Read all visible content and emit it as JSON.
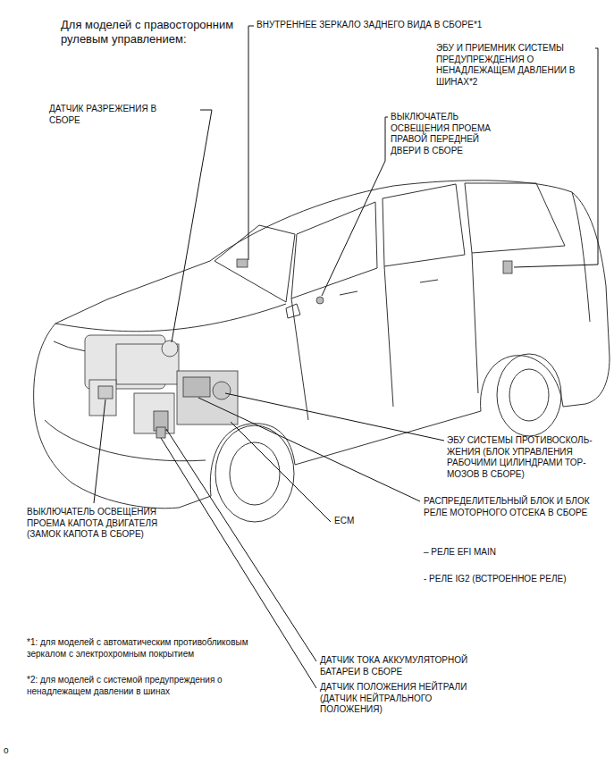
{
  "diagram": {
    "title": "Для моделей с правосторонним рулевым управлением:",
    "labels": [
      "ВНУТРЕННЕЕ ЗЕРКАЛО ЗАДНЕГО ВИДА В СБОРЕ*1",
      "ЭБУ И ПРИЕМНИК СИСТЕМЫ ПРЕДУПРЕЖДЕНИЯ О НЕНАДЛЕЖАЩЕМ ДАВЛЕНИИ В ШИНАХ*2",
      "ДАТЧИК РАЗРЕЖЕНИЯ В СБОРЕ",
      "ВЫКЛЮЧАТЕЛЬ ОСВЕЩЕНИЯ ПРОЕМА ПРАВОЙ ПЕРЕДНЕЙ ДВЕРИ В СБОРЕ",
      "ЭБУ СИСТЕМЫ ПРОТИВОСКОЛЬ- ЖЕНИЯ (БЛОК УПРАВЛЕНИЯ РАБОЧИМИ ЦИЛИНДРАМИ ТОР- МОЗОВ В СБОРЕ)",
      "ВЫКЛЮЧАТЕЛЬ ОСВЕЩЕНИЯ ПРОЕМА КАПОТА ДВИГАТЕЛЯ (ЗАМОК КАПОТА В СБОРЕ)",
      "ECM",
      "РАСПРЕДЕЛИТЕЛЬНЫЙ БЛОК И БЛОК РЕЛЕ МОТОРНОГО ОТСЕКА В СБОРЕ",
      "– РЕЛЕ EFI MAIN",
      "- РЕЛЕ IG2 (ВСТРОЕННОЕ РЕЛЕ)",
      "ДАТЧИК ТОКА АККУМУЛЯТОРНОЙ БАТАРЕИ В СБОРЕ",
      "ДАТЧИК ПОЛОЖЕНИЯ НЕЙТРАЛИ (ДАТЧИК НЕЙТРАЛЬНОГО ПОЛОЖЕНИЯ)",
      "*1: для моделей с автоматическим противобликовым зеркалом с электрохромным покрытием",
      "*2: для моделей с системой предупреждения о ненадлежащем давлении в шинах",
      "o"
    ]
  }
}
